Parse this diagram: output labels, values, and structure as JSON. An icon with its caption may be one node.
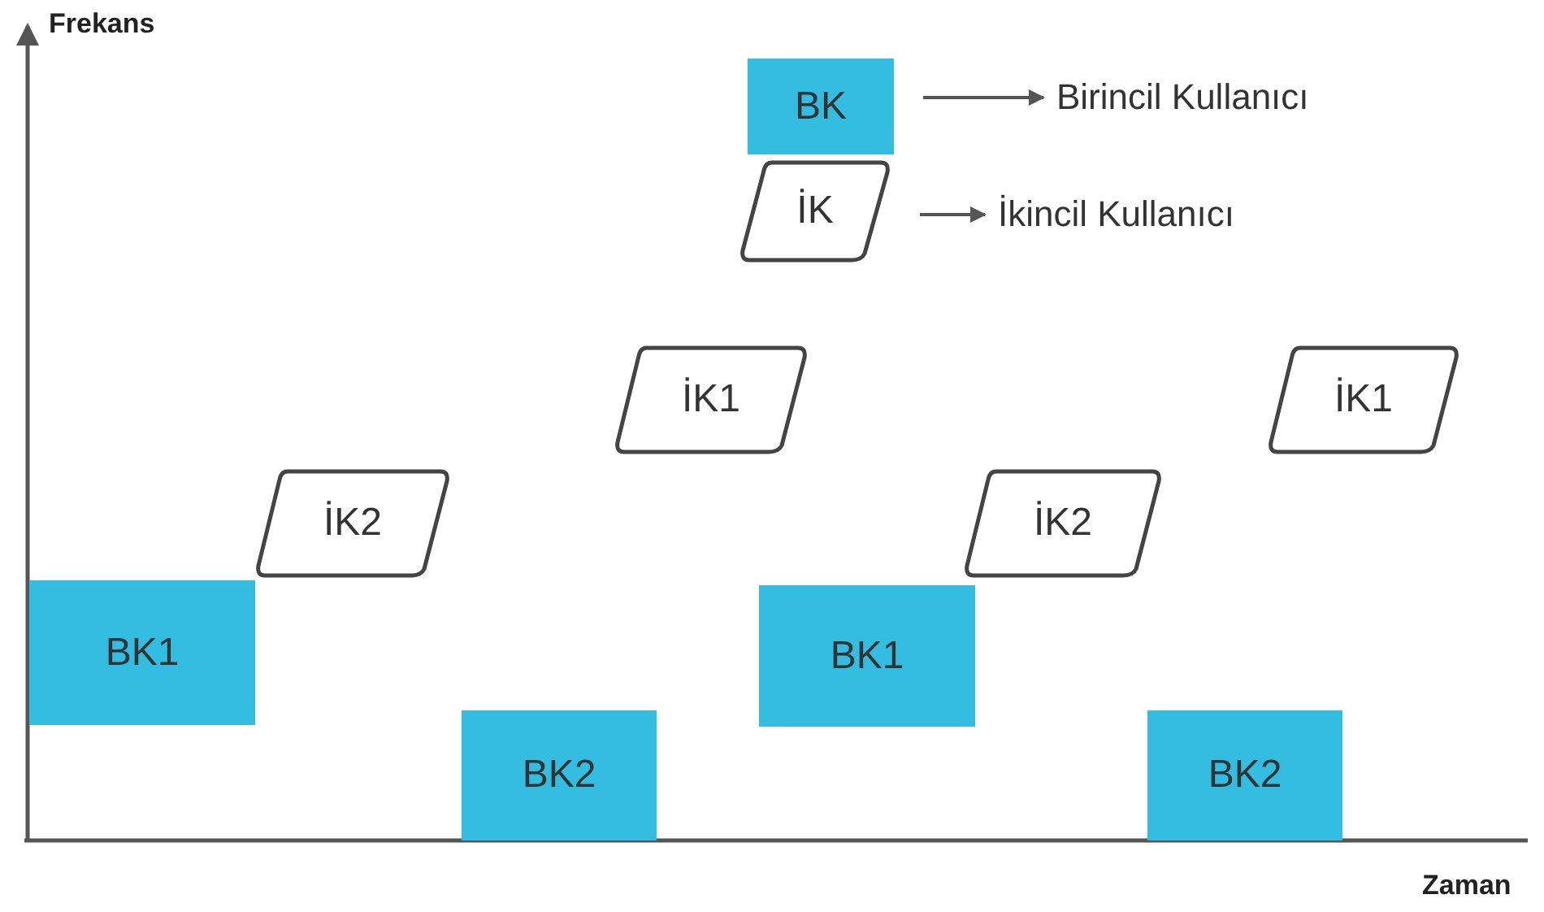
{
  "diagram": {
    "nodes": [
      {
        "text": [
          "BK"
        ]
      },
      {
        "text": [
          "Birincil Kullanıcı"
        ]
      },
      {
        "text": [
          "İK"
        ]
      },
      {
        "text": [
          "İkincil Kullanıcı"
        ]
      },
      {
        "text": [
          "İK1"
        ]
      },
      {
        "text": [
          "İK2"
        ]
      },
      {
        "text": [
          "BK1"
        ]
      },
      {
        "text": [
          "BK2"
        ]
      },
      {
        "text": [
          "BK1"
        ]
      },
      {
        "text": [
          "İK2"
        ]
      },
      {
        "text": [
          "İK1"
        ]
      },
      {
        "text": [
          "BK2"
        ]
      }
    ],
    "edges": [
      {
        "from": 0,
        "to": 1,
        "arrow": "to"
      },
      {
        "from": 2,
        "to": 3,
        "arrow": "to"
      }
    ],
    "labels": [
      "Frekans",
      "Zaman"
    ]
  }
}
